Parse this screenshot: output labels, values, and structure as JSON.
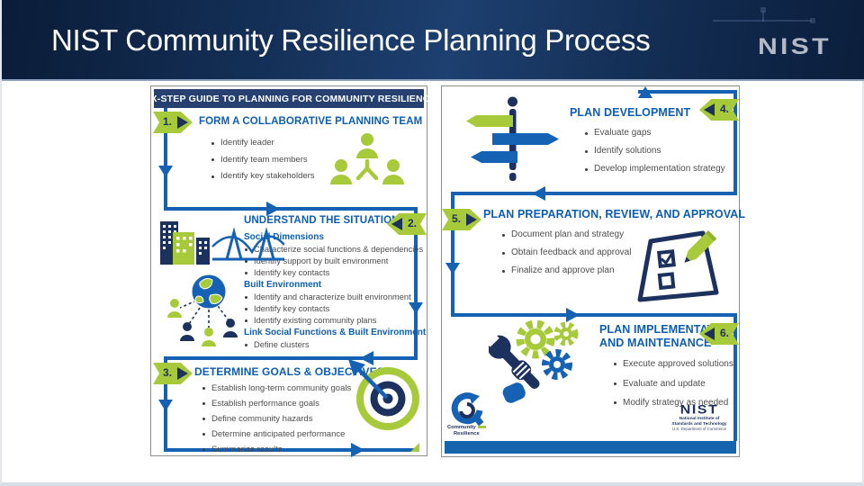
{
  "slide": {
    "title": "NIST Community Resilience Planning Process",
    "logo": "NIST"
  },
  "colors": {
    "header_navy": "#12294b",
    "accent_blue": "#1561b4",
    "accent_green": "#a7ca3b",
    "accent_navy": "#1d315f",
    "title_blue": "#0c5eb4",
    "panel_banner_navy": "#26416f"
  },
  "left_panel": {
    "banner": "SIX-STEP GUIDE TO PLANNING FOR COMMUNITY RESILIENCE",
    "step1": {
      "number": "1.",
      "title": "FORM A COLLABORATIVE PLANNING TEAM",
      "bullets": [
        "Identify leader",
        "Identify team members",
        "Identify key stakeholders"
      ]
    },
    "step2": {
      "number": "2.",
      "title": "UNDERSTAND THE SITUATION",
      "sections": [
        {
          "heading": "Social Dimensions",
          "bullets": [
            "Characterize social functions & dependencies",
            "Identify support by built environment",
            "Identify key contacts"
          ]
        },
        {
          "heading": "Built Environment",
          "bullets": [
            "Identify and characterize built environment",
            "Identify key contacts",
            "Identify existing community plans"
          ]
        },
        {
          "heading": "Link Social Functions & Built Environment",
          "bullets": [
            "Define clusters"
          ]
        }
      ]
    },
    "step3": {
      "number": "3.",
      "title": "DETERMINE GOALS & OBJECTIVES",
      "bullets": [
        "Establish long-term community goals",
        "Establish performance goals",
        "Define community hazards",
        "Determine anticipated performance",
        "Summarize results"
      ]
    }
  },
  "right_panel": {
    "step4": {
      "number": "4.",
      "title": "PLAN DEVELOPMENT",
      "bullets": [
        "Evaluate gaps",
        "Identify solutions",
        "Develop implementation strategy"
      ]
    },
    "step5": {
      "number": "5.",
      "title": "PLAN PREPARATION, REVIEW, AND APPROVAL",
      "bullets": [
        "Document plan and strategy",
        "Obtain feedback and approval",
        "Finalize and approve plan"
      ]
    },
    "step6": {
      "number": "6.",
      "title_lines": [
        "PLAN IMPLEMENTATION",
        "AND MAINTENANCE"
      ],
      "bullets": [
        "Execute approved solutions",
        "Evaluate and update",
        "Modify strategy as needed"
      ]
    },
    "footer": {
      "cr_line1": "Community",
      "cr_line2": "Resilience",
      "nist_word": "NIST",
      "nist_lines": [
        "National Institute of",
        "Standards and Technology",
        "U.S. Department of Commerce"
      ]
    }
  }
}
